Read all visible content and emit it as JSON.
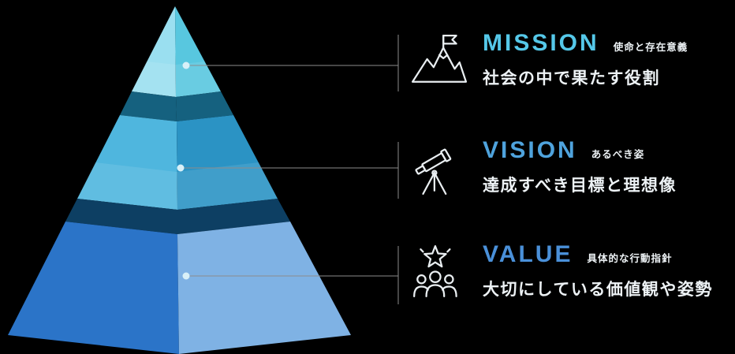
{
  "canvas": {
    "background": "#000000"
  },
  "pyramid": {
    "dot_color": "#D8F0F8",
    "connector_color": "#8C8C8C",
    "bands": {
      "upper": "#15617F",
      "lower": "#0D3F63"
    },
    "tiers": [
      {
        "name": "mission",
        "left": "#9ADFF0",
        "right": "#58C7DF"
      },
      {
        "name": "vision",
        "left": "#4FB6DE",
        "right": "#2B93C4"
      },
      {
        "name": "value",
        "left": "#2B74C8",
        "right": "#7FB2E4"
      }
    ]
  },
  "rows": [
    {
      "title": "MISSION",
      "title_color": "#55C8E9",
      "tag": "使命と存在意義",
      "desc": "社会の中で果たす役割",
      "icon": "flag-mountain-icon"
    },
    {
      "title": "VISION",
      "title_color": "#4FA3DD",
      "tag": "あるべき姿",
      "desc": "達成すべき目標と理想像",
      "icon": "telescope-icon"
    },
    {
      "title": "VALUE",
      "title_color": "#4A90D9",
      "tag": "具体的な行動指針",
      "desc": "大切にしている価値観や姿勢",
      "icon": "star-people-icon"
    }
  ],
  "text_color": "#EDF2F5"
}
